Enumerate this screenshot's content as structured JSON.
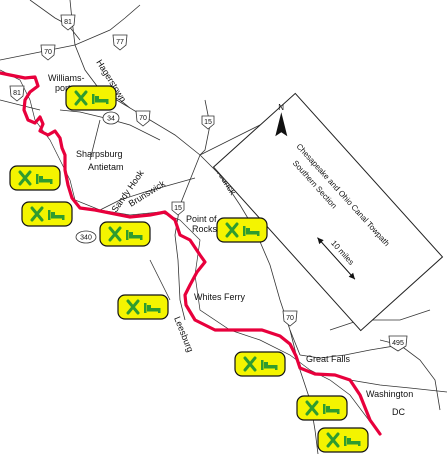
{
  "legend": {
    "north_label": "N",
    "title_line1": "Chesapeake and Ohio Canal Towpath",
    "title_line2": "Southern Section",
    "scale_label": "10 miles"
  },
  "towns": [
    {
      "id": "hagerstown",
      "text": "Hagerstown"
    },
    {
      "id": "williamsport-1",
      "text": "Williams-"
    },
    {
      "id": "williamsport-2",
      "text": "port"
    },
    {
      "id": "sharpsburg",
      "text": "Sharpsburg"
    },
    {
      "id": "antietam",
      "text": "Antietam"
    },
    {
      "id": "sandy-hook",
      "text": "Sandy Hook"
    },
    {
      "id": "brunswick",
      "text": "Brunswick"
    },
    {
      "id": "point-of-rocks-1",
      "text": "Point of"
    },
    {
      "id": "point-of-rocks-2",
      "text": "Rocks"
    },
    {
      "id": "frederick",
      "text": "Fredrick"
    },
    {
      "id": "whites-ferry",
      "text": "Whites Ferry"
    },
    {
      "id": "leesburg",
      "text": "Leesburg"
    },
    {
      "id": "great-falls",
      "text": "Great Falls"
    },
    {
      "id": "washington",
      "text": "Washington"
    },
    {
      "id": "dc",
      "text": "DC"
    }
  ],
  "route_shields": [
    {
      "id": "i81-north",
      "text": "81"
    },
    {
      "id": "i70-west",
      "text": "70"
    },
    {
      "id": "i77",
      "text": "77"
    },
    {
      "id": "i81-south",
      "text": "81"
    },
    {
      "id": "i70-mid",
      "text": "70"
    },
    {
      "id": "md34",
      "text": "34"
    },
    {
      "id": "us15-north",
      "text": "15"
    },
    {
      "id": "md340",
      "text": "340"
    },
    {
      "id": "us15-south",
      "text": "15"
    },
    {
      "id": "i70-east",
      "text": "70"
    },
    {
      "id": "i495",
      "text": "495"
    }
  ],
  "campsite_markers": [
    {
      "id": "williamsport",
      "icon": "tent-and-bed-icon"
    },
    {
      "id": "sharpsburg",
      "icon": "tent-and-bed-icon"
    },
    {
      "id": "antietam",
      "icon": "tent-and-bed-icon"
    },
    {
      "id": "brunswick",
      "icon": "tent-and-bed-icon"
    },
    {
      "id": "point-of-rocks",
      "icon": "tent-and-bed-icon"
    },
    {
      "id": "whites-ferry",
      "icon": "tent-and-bed-icon"
    },
    {
      "id": "great-falls",
      "icon": "tent-and-bed-icon"
    },
    {
      "id": "washington-1",
      "icon": "tent-and-bed-icon"
    },
    {
      "id": "washington-2",
      "icon": "tent-and-bed-icon"
    }
  ],
  "colors": {
    "towpath": "#e8003c",
    "marker_fill": "#f4f400",
    "marker_icon": "#2f9c2f",
    "roads": "#333333"
  }
}
